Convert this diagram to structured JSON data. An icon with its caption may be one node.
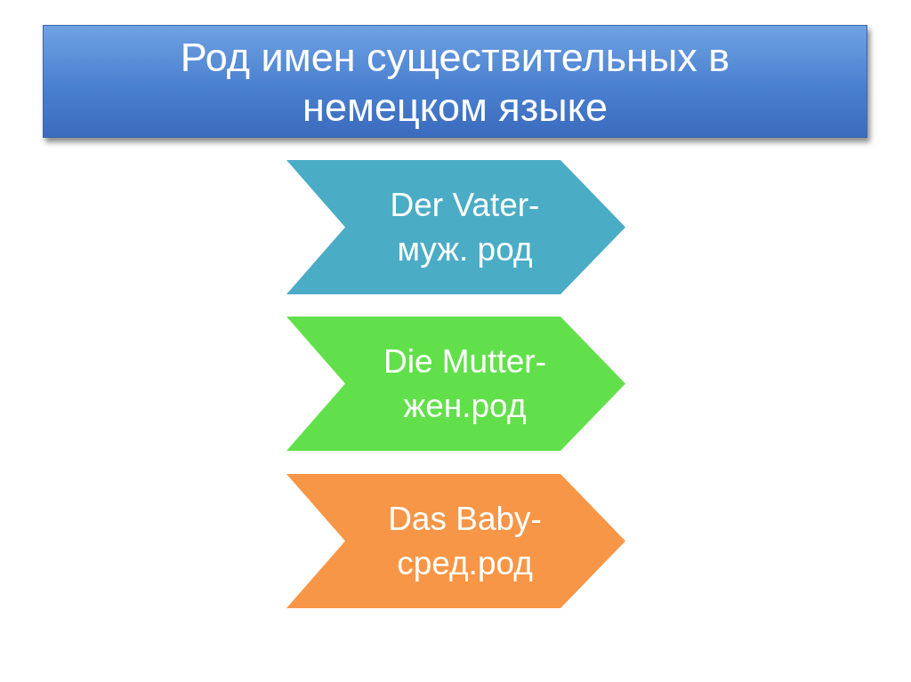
{
  "diagram": {
    "title": "Род имен существительных в немецком языке",
    "nodes": [
      {
        "text": [
          "Der Vater- муж. род"
        ]
      },
      {
        "text": [
          "Die Mutter- жен.род"
        ]
      },
      {
        "text": [
          "Das Baby- сред.род"
        ]
      }
    ]
  }
}
